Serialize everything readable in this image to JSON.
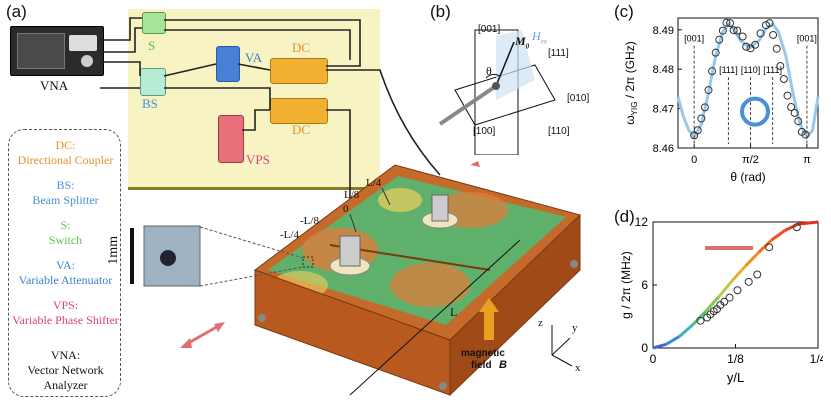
{
  "panels": {
    "a": "(a)",
    "b": "(b)",
    "c": "(c)",
    "d": "(d)"
  },
  "legend": [
    {
      "abbr": "DC:",
      "text": "Directional Coupler",
      "color": "#e8902c"
    },
    {
      "abbr": "BS:",
      "text": "Beam Splitter",
      "color": "#4a90d9"
    },
    {
      "abbr": "S:",
      "text": "Switch",
      "color": "#5cc24a"
    },
    {
      "abbr": "VA:",
      "text": "Variable Attenuator",
      "color": "#3a7fd0"
    },
    {
      "abbr": "VPS:",
      "text": "Variable Phase Shifter",
      "color": "#e0407a"
    },
    {
      "abbr": "VNA:",
      "text": "Vector Network Analyzer",
      "color": "#111111"
    }
  ],
  "schematic": {
    "vna": "VNA",
    "s": "S",
    "bs": "BS",
    "va": "VA",
    "dc1": "DC",
    "dc2": "DC",
    "vps": "VPS"
  },
  "cavity": {
    "scale": "1mm",
    "positions": [
      "L/4",
      "L/8",
      "0",
      "-L/8",
      "-L/4"
    ],
    "length": "L",
    "field_label1": "magnetic",
    "field_label2": "field",
    "field_symbol": "B",
    "axes": {
      "x": "x",
      "y": "y",
      "z": "z"
    }
  },
  "crystal": {
    "labels": [
      "[001]",
      "[111]",
      "[010]",
      "[100]",
      "[110]"
    ],
    "theta": "θ",
    "m": "M",
    "m_sub": "0",
    "h": "H",
    "h_sub": "ex"
  },
  "chart_data": [
    {
      "type": "scatter",
      "panel": "c",
      "xlabel": "θ (rad)",
      "ylabel": "ω_YIG / 2π (GHz)",
      "ylabel_main": "ω",
      "ylabel_sub": "YIG",
      "ylabel_rest": " / 2π (GHz)",
      "xticks": [
        "0",
        "π/2",
        "π"
      ],
      "xtick_values": [
        0,
        1.5708,
        3.1416
      ],
      "yticks": [
        "8.46",
        "8.47",
        "8.48",
        "8.49"
      ],
      "ytick_values": [
        8.46,
        8.47,
        8.48,
        8.49
      ],
      "xlim": [
        -0.45,
        3.45
      ],
      "ylim": [
        8.46,
        8.493
      ],
      "annotations": [
        {
          "text": "[001]",
          "x": 0,
          "y": 8.487
        },
        {
          "text": "[111]",
          "x": 0.955,
          "y": 8.479
        },
        {
          "text": "[110]",
          "x": 1.5708,
          "y": 8.479
        },
        {
          "text": "[111]",
          "x": 2.186,
          "y": 8.479
        },
        {
          "text": "[001]",
          "x": 3.1416,
          "y": 8.487
        }
      ],
      "series": [
        {
          "values_x": [
            0.0,
            0.1,
            0.2,
            0.3,
            0.4,
            0.5,
            0.6,
            0.7,
            0.8,
            0.9,
            1.0,
            1.1,
            1.2,
            1.35,
            1.45,
            1.57,
            1.7,
            1.85,
            2.0,
            2.1,
            2.2,
            2.3,
            2.4,
            2.5,
            2.6,
            2.7,
            2.8,
            2.9,
            3.0,
            3.1
          ],
          "values_y": [
            8.4632,
            8.4645,
            8.4675,
            8.4703,
            8.4747,
            8.4795,
            8.4842,
            8.4875,
            8.4898,
            8.4918,
            8.4917,
            8.4899,
            8.4898,
            8.4883,
            8.4857,
            8.4853,
            8.4862,
            8.4891,
            8.4912,
            8.4917,
            8.4887,
            8.4852,
            8.4808,
            8.4775,
            8.4733,
            8.4704,
            8.4689,
            8.4668,
            8.4641,
            8.4634
          ]
        },
        {
          "curve_x": [
            -0.45,
            -0.3,
            -0.15,
            0,
            0.2,
            0.4,
            0.6,
            0.8,
            0.955,
            1.1,
            1.3,
            1.5708,
            1.8,
            2.0,
            2.186,
            2.35,
            2.55,
            2.75,
            2.95,
            3.1416,
            3.3,
            3.45
          ],
          "curve_y": [
            8.473,
            8.468,
            8.4645,
            8.4628,
            8.466,
            8.474,
            8.4835,
            8.4895,
            8.4915,
            8.4902,
            8.4872,
            8.4855,
            8.4872,
            8.4902,
            8.4915,
            8.4895,
            8.4835,
            8.474,
            8.466,
            8.4628,
            8.4645,
            8.473
          ]
        }
      ]
    },
    {
      "type": "scatter",
      "panel": "d",
      "xlabel": "y/L",
      "ylabel": "g / 2π (MHz)",
      "xticks": [
        "0",
        "1/8",
        "1/4"
      ],
      "xtick_values": [
        0,
        0.125,
        0.25
      ],
      "yticks": [
        "0",
        "6",
        "12"
      ],
      "ytick_values": [
        0,
        6,
        12
      ],
      "xlim": [
        0,
        0.25
      ],
      "ylim": [
        0,
        12
      ],
      "series": [
        {
          "values_x": [
            0.072,
            0.082,
            0.087,
            0.092,
            0.097,
            0.102,
            0.108,
            0.116,
            0.128,
            0.145,
            0.158,
            0.176,
            0.218
          ],
          "values_y": [
            2.6,
            2.9,
            3.2,
            3.5,
            3.7,
            4.1,
            4.4,
            4.8,
            5.5,
            6.3,
            7.0,
            9.6,
            11.5
          ]
        },
        {
          "curve_x": [
            0,
            0.02,
            0.04,
            0.06,
            0.08,
            0.1,
            0.12,
            0.14,
            0.16,
            0.18,
            0.2,
            0.22,
            0.25
          ],
          "curve_y": [
            0,
            0.35,
            1.1,
            2.2,
            3.5,
            4.9,
            6.4,
            7.8,
            9.1,
            10.3,
            11.2,
            11.8,
            12
          ]
        }
      ]
    }
  ]
}
